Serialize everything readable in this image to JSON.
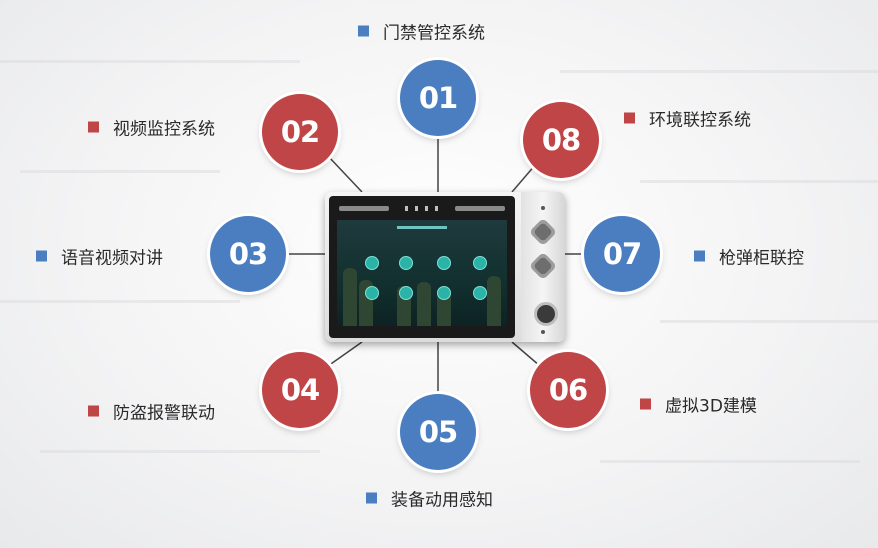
{
  "colors": {
    "blue": "#4a7ec0",
    "red": "#bf4547",
    "line": "#444444"
  },
  "nodes": [
    {
      "num": "01",
      "label": "门禁管控系统",
      "color": "blue"
    },
    {
      "num": "02",
      "label": "视频监控系统",
      "color": "red"
    },
    {
      "num": "03",
      "label": "语音视频对讲",
      "color": "blue"
    },
    {
      "num": "04",
      "label": "防盗报警联动",
      "color": "red"
    },
    {
      "num": "05",
      "label": "装备动用感知",
      "color": "blue"
    },
    {
      "num": "06",
      "label": "虚拟3D建模",
      "color": "red"
    },
    {
      "num": "07",
      "label": "枪弹柜联控",
      "color": "blue"
    },
    {
      "num": "08",
      "label": "环境联控系统",
      "color": "red"
    }
  ],
  "device": {
    "screen_icon": "terminal-screen"
  }
}
